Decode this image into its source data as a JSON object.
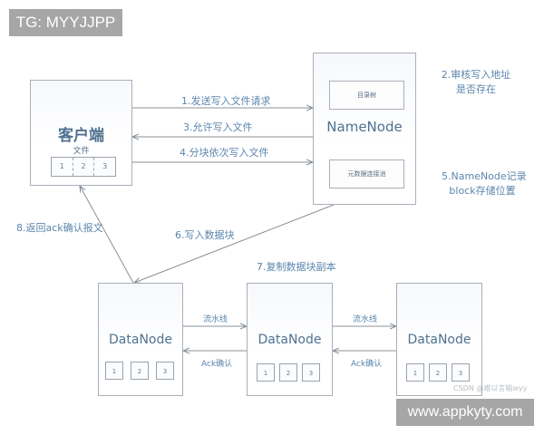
{
  "watermark_top": "TG: MYYJJPP",
  "watermark_bottom": "www.appkyty.com",
  "credit": "CSDN @难以言喻wyy",
  "client": {
    "title": "客户端",
    "file_label": "文件",
    "blocks": [
      "1",
      "2",
      "3"
    ]
  },
  "namenode": {
    "title": "NameNode",
    "inner_top": "目录树",
    "inner_bottom": "元数据连接池"
  },
  "steps": {
    "s1": "1.发送写入文件请求",
    "s2_line1": "2.审核写入地址",
    "s2_line2": "是否存在",
    "s3": "3.允许写入文件",
    "s4": "4.分块依次写入文件",
    "s5_line1": "5.NameNode记录",
    "s5_line2": "block存储位置",
    "s6": "6.写入数据块",
    "s7": "7.复制数据块副本",
    "s8": "8.返回ack确认报文"
  },
  "datanodes": [
    {
      "title": "DataNode",
      "blocks": [
        "1",
        "2",
        "3"
      ]
    },
    {
      "title": "DataNode",
      "blocks": [
        "1",
        "2",
        "3"
      ]
    },
    {
      "title": "DataNode",
      "blocks": [
        "1",
        "2",
        "3"
      ]
    }
  ],
  "pipeline": [
    {
      "forward": "流水线",
      "back": "Ack确认"
    },
    {
      "forward": "流水线",
      "back": "Ack确认"
    }
  ],
  "colors": {
    "label": "#5b86ad",
    "node_title": "#4f7290",
    "border": "#a9b0b8",
    "line": "#8a9096"
  }
}
